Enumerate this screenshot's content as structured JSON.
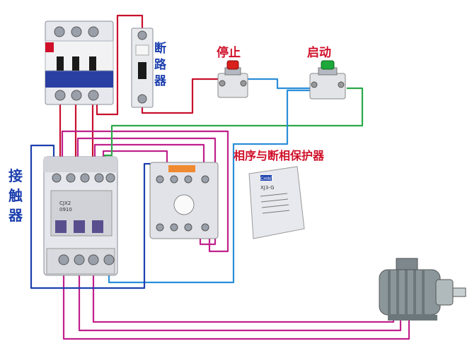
{
  "labels": {
    "breaker": "断路器",
    "stop": "停止",
    "start": "启动",
    "contactor": "接触器",
    "protector": "相序与断相保护器",
    "protector_brand": "CHINT",
    "protector_model": "XJ3-G",
    "contactor_model": "CJX2",
    "contactor_sub": "0910"
  },
  "colors": {
    "wire_red": "#c8102e",
    "wire_magenta": "#c0208c",
    "wire_green": "#2ba84a",
    "wire_blue": "#1c3fae",
    "wire_cyan": "#2a8ed8",
    "label_blue": "#1c3fae",
    "label_red": "#d0102a",
    "button_stop": "#d8201c",
    "button_start": "#1ca83a"
  }
}
